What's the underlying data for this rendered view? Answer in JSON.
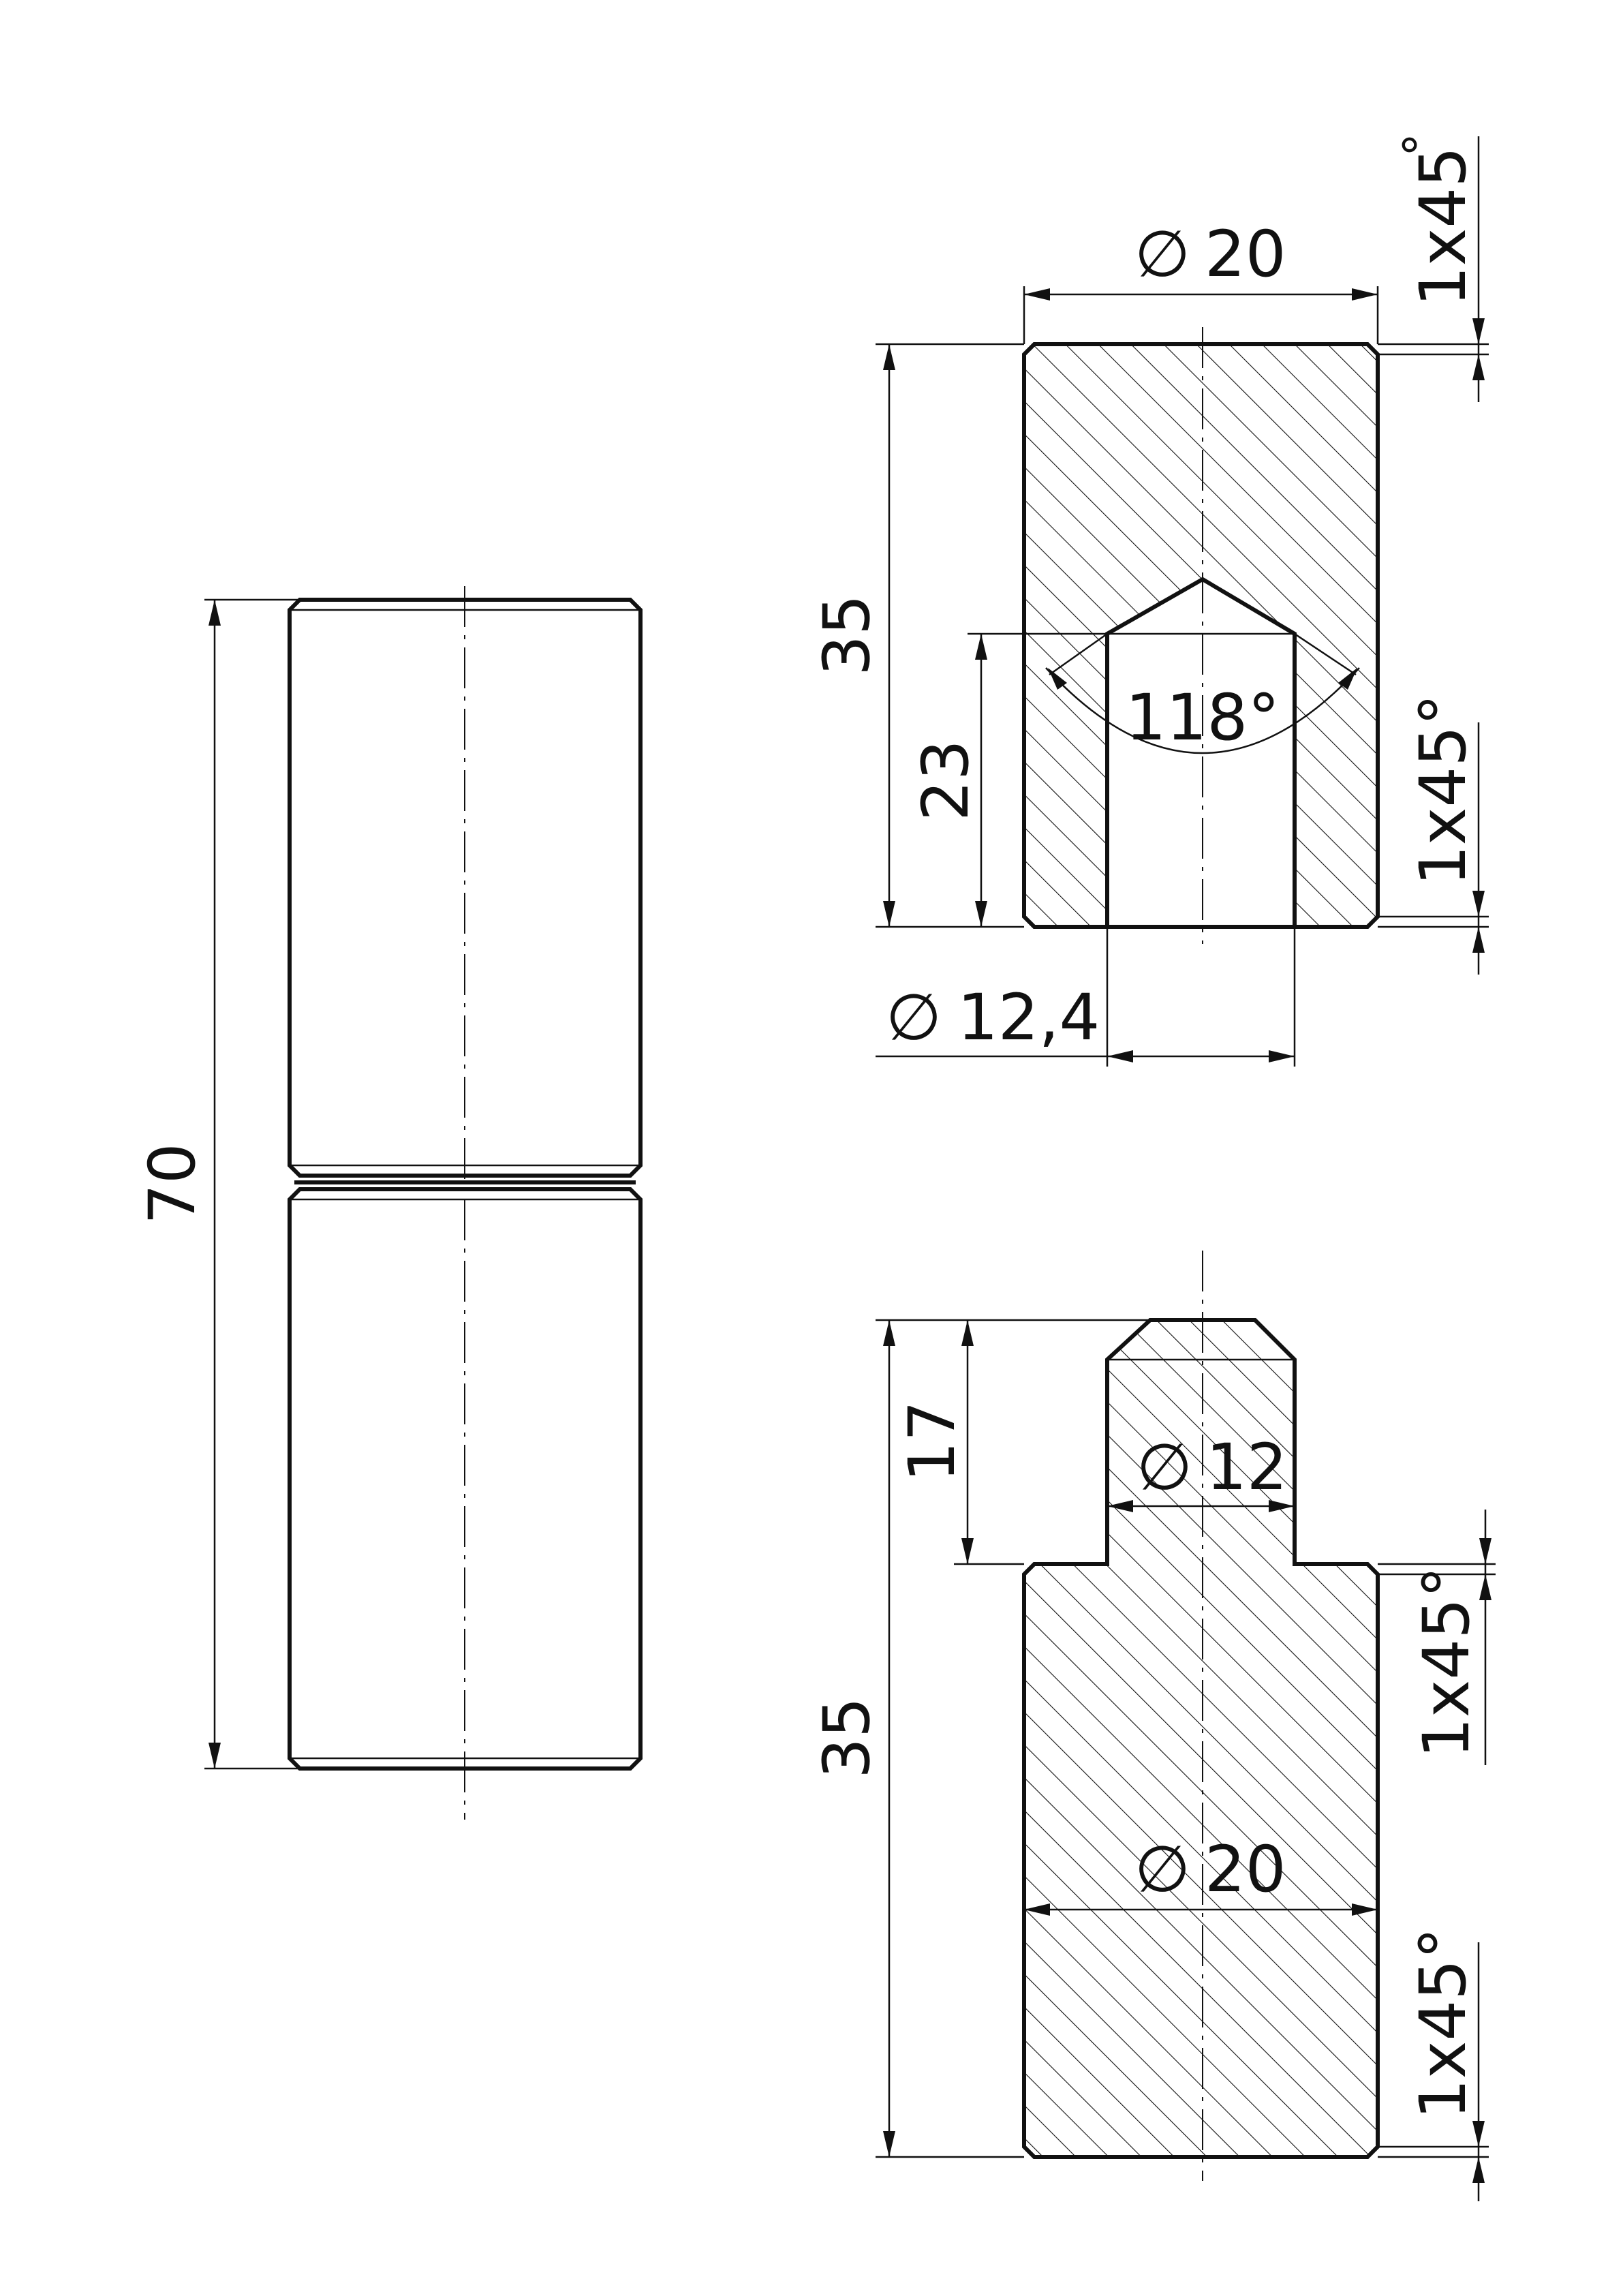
{
  "diameter_symbol": "∅",
  "dimensions": {
    "overall_length": "70",
    "upper_diameter": "20",
    "upper_chamfer_top": "1x45",
    "degree_small": "°",
    "upper_length": "35",
    "bore_depth": "23",
    "drill_angle": "118°",
    "upper_chamfer_bottom": "1x45°",
    "bore_diameter": "12,4",
    "pin_length": "17",
    "pin_diameter": "12",
    "lower_chamfer_top": "1x45°",
    "lower_length": "35",
    "lower_diameter": "20",
    "lower_chamfer_bottom": "1x45°"
  }
}
